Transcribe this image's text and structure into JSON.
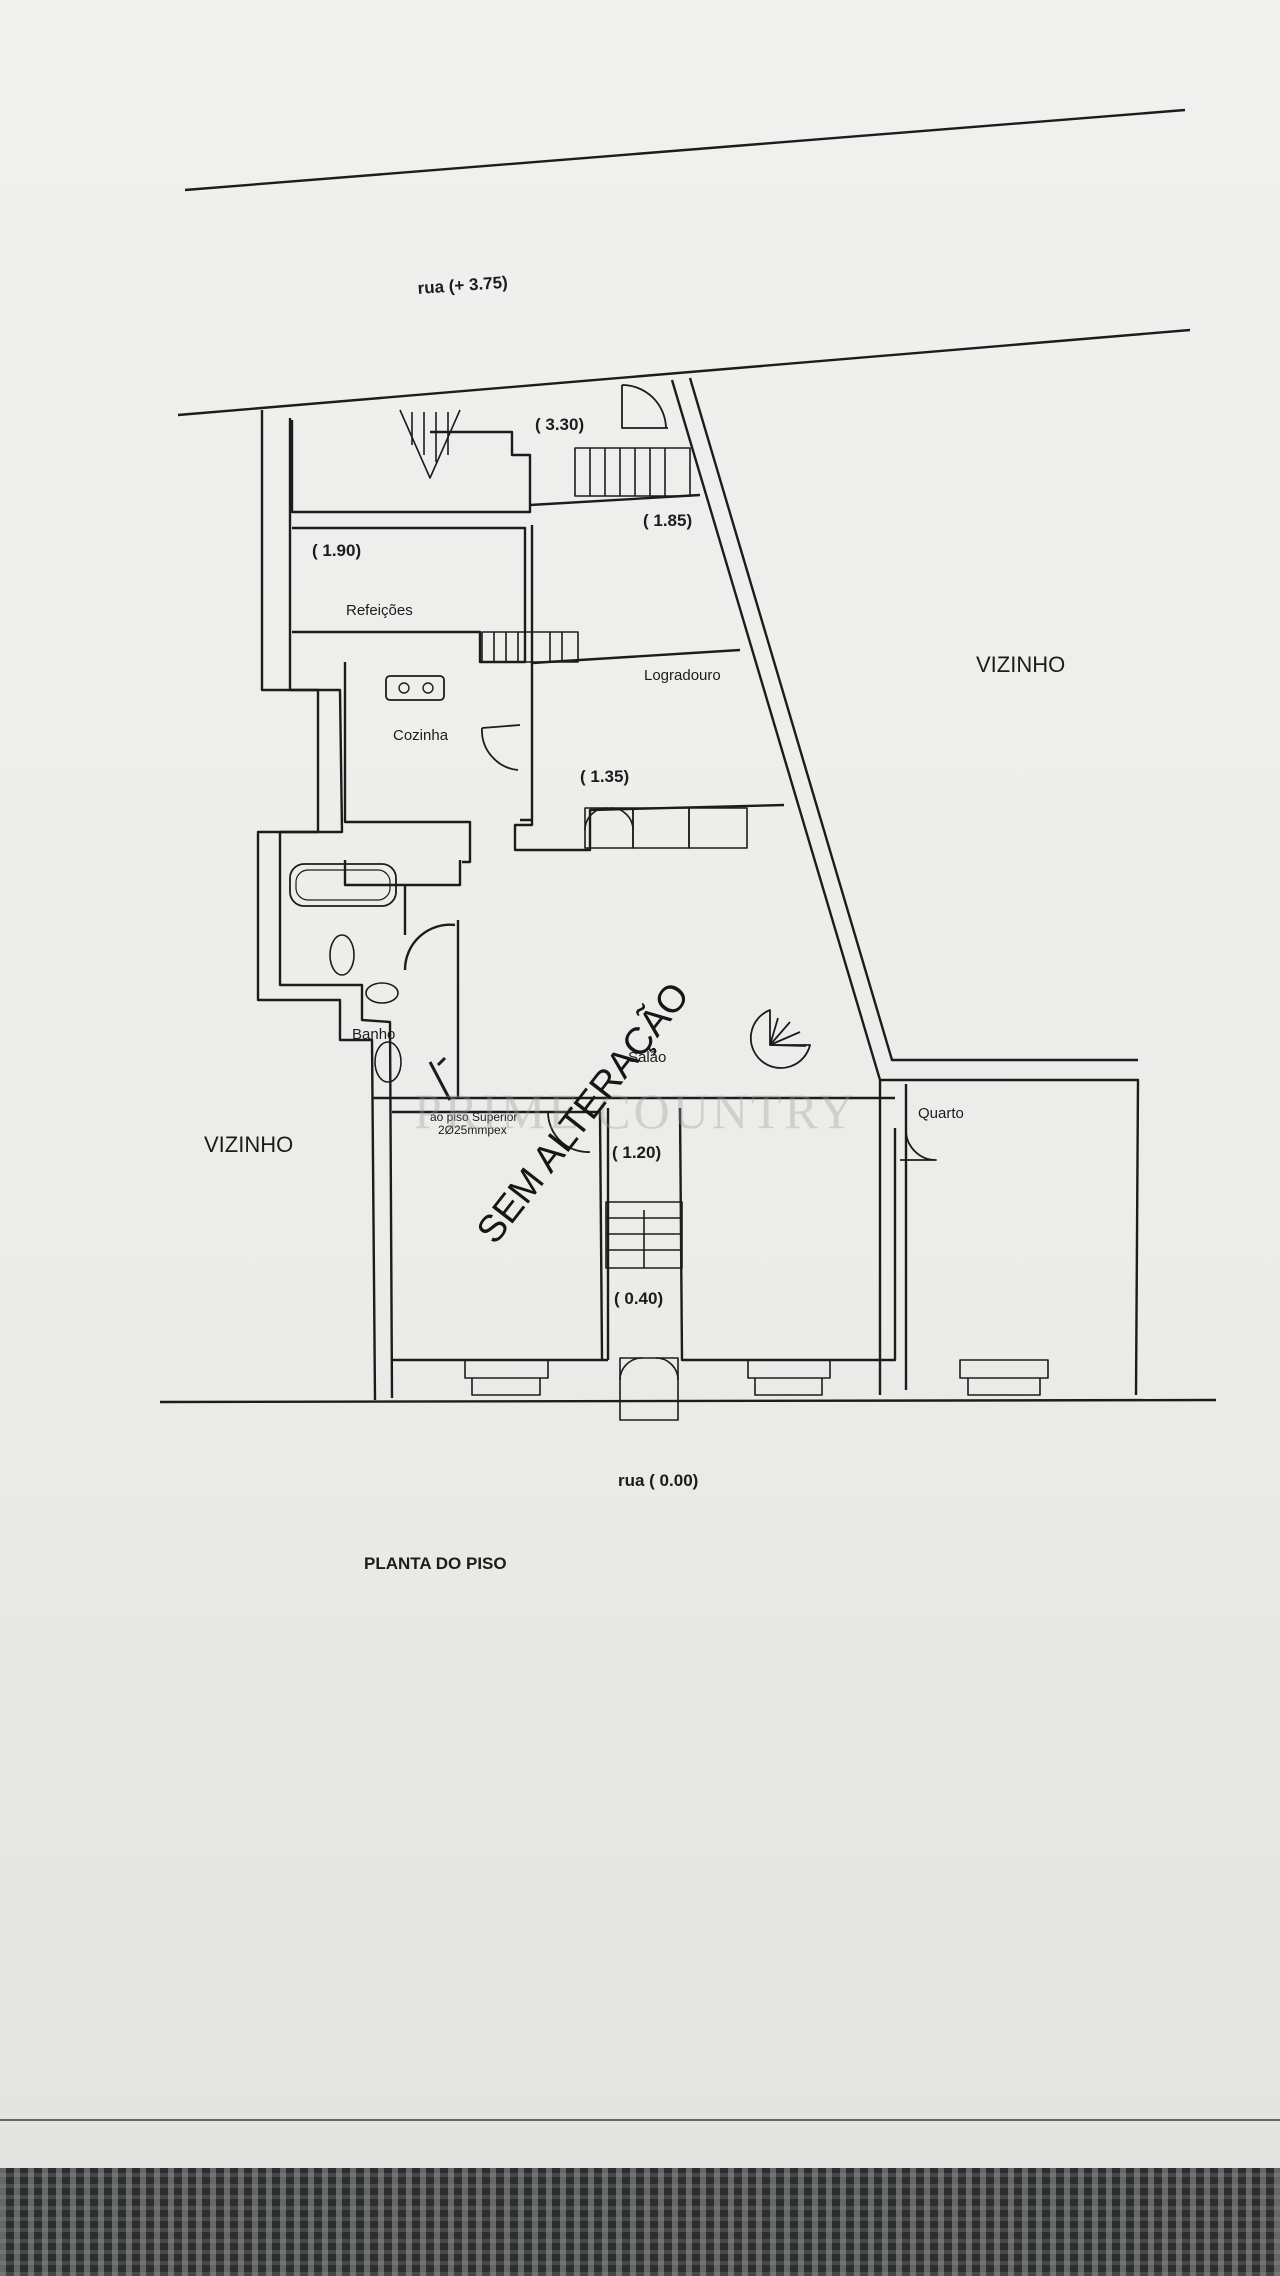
{
  "plan": {
    "title": "PLANTA DO PISO",
    "stamp": "SEM ALTERAÇÃO",
    "watermark": "PRIME COUNTRY",
    "streets": {
      "top": "rua (+ 3.75)",
      "bottom": "rua ( 0.00)"
    },
    "neighbors": {
      "left": "VIZINHO",
      "right": "VIZINHO"
    },
    "rooms": {
      "refeicoes": "Refeições",
      "cozinha": "Cozinha",
      "logradouro": "Logradouro",
      "banho": "Banho",
      "salao": "Salão",
      "quarto": "Quarto"
    },
    "levels": {
      "l330": "( 3.30)",
      "l185": "( 1.85)",
      "l190": "( 1.90)",
      "l135": "( 1.35)",
      "l120": "( 1.20)",
      "l040": "( 0.40)"
    },
    "notes": {
      "line1": "ao piso Superior",
      "line2": "2Ø25mmpex"
    }
  },
  "colors": {
    "ink": "#1c1c1c",
    "stamp": "#161616",
    "paper": "#eeeeec",
    "mat": "#2b2d2e"
  }
}
